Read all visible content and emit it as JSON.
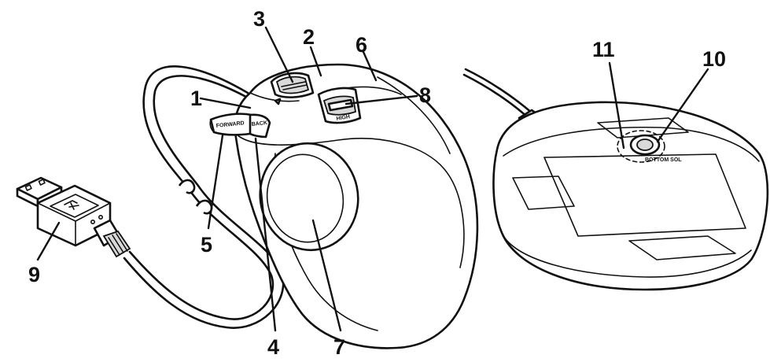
{
  "callouts": [
    {
      "id": "1",
      "label": "1"
    },
    {
      "id": "2",
      "label": "2"
    },
    {
      "id": "3",
      "label": "3"
    },
    {
      "id": "4",
      "label": "4"
    },
    {
      "id": "5",
      "label": "5"
    },
    {
      "id": "6",
      "label": "6"
    },
    {
      "id": "7",
      "label": "7"
    },
    {
      "id": "8",
      "label": "8"
    },
    {
      "id": "9",
      "label": "9"
    },
    {
      "id": "10",
      "label": "10"
    },
    {
      "id": "11",
      "label": "11"
    }
  ],
  "button_labels": {
    "forward": "FORWARD",
    "back": "BACK",
    "high": "HIGH",
    "bottom": "BOTTOM SOL"
  }
}
